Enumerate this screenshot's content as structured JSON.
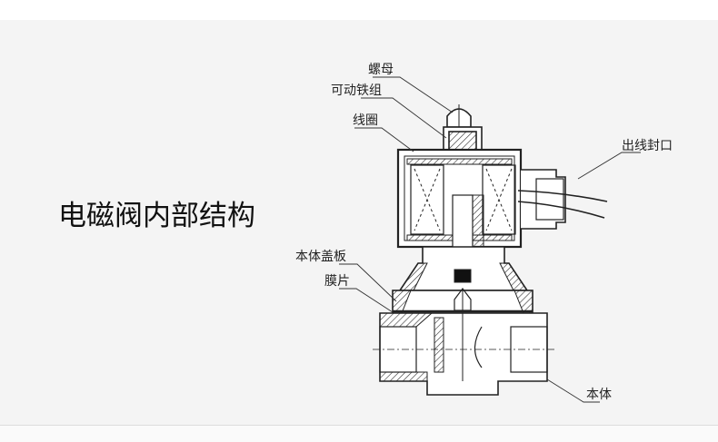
{
  "title": "电磁阀内部结构",
  "labels": {
    "nut": "螺母",
    "plunger": "可动铁组",
    "coil": "线圈",
    "cable_seal": "出线封口",
    "bonnet": "本体盖板",
    "diaphragm": "膜片",
    "body": "本体"
  }
}
